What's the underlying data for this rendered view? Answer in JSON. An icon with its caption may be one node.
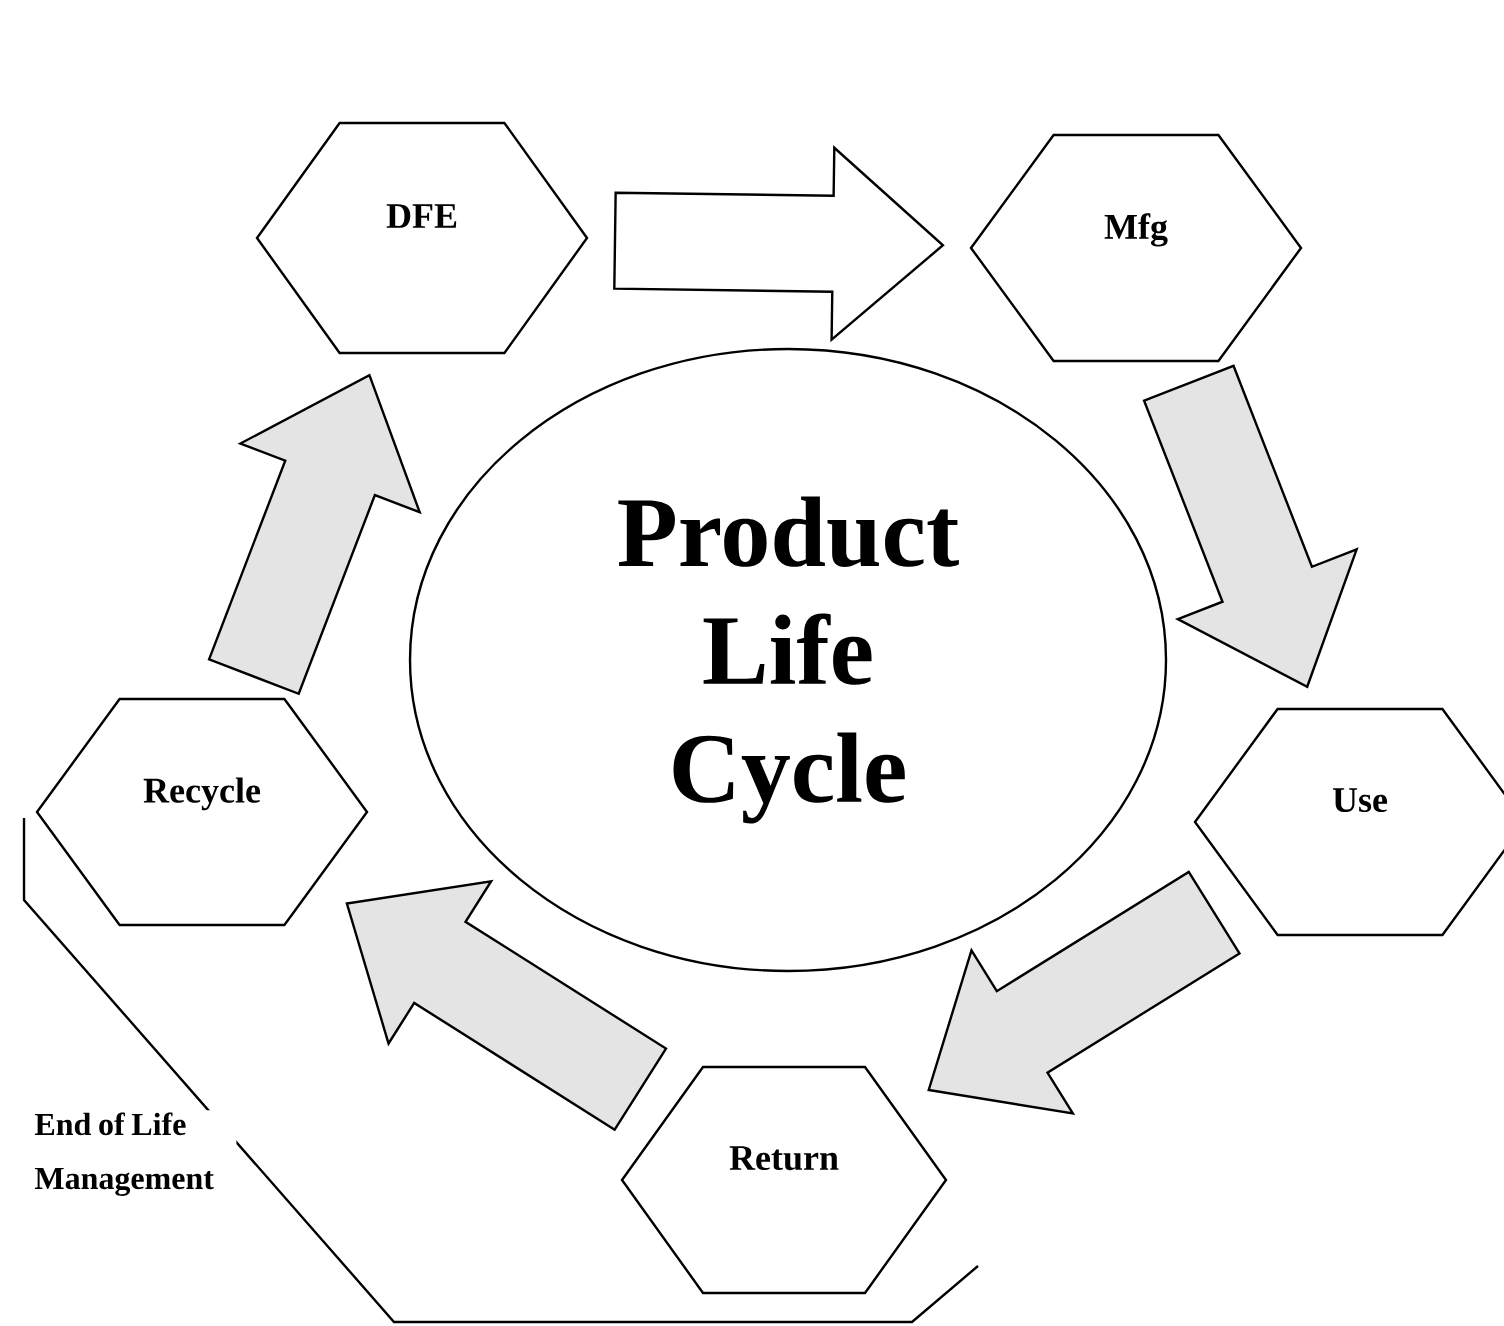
{
  "diagram": {
    "nodes": [
      {
        "text": [
          "DFE"
        ]
      },
      {
        "text": [
          "Mfg"
        ]
      },
      {
        "text": [
          "Product Life Cycle"
        ]
      },
      {
        "text": [
          "Recycle"
        ]
      },
      {
        "text": [
          "Use"
        ]
      },
      {
        "text": [
          "Return"
        ]
      }
    ],
    "edges": [
      {
        "from": 0,
        "to": 1,
        "arrow": "to",
        "color": "#ffffff"
      },
      {
        "from": 1,
        "to": 4,
        "arrow": "to"
      },
      {
        "from": 4,
        "to": 5,
        "arrow": "to"
      },
      {
        "from": 5,
        "to": 3,
        "arrow": "to"
      },
      {
        "from": 3,
        "to": 0,
        "arrow": "to"
      }
    ],
    "labels": [
      "End of Life Management"
    ]
  }
}
